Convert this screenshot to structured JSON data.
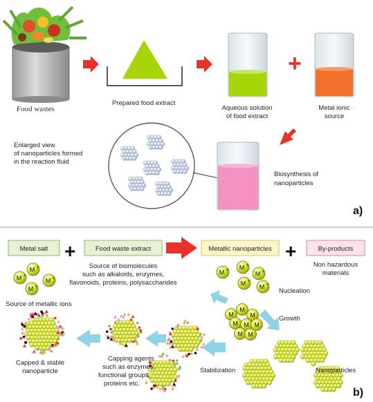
{
  "panel_a": {
    "food_wastes": "Food wastes",
    "prepared_extract": "Prepared food extract",
    "aqueous_line1": "Aqueous solution",
    "aqueous_line2": "of food extract",
    "metal_source_line1": "Metal ionic",
    "metal_source_line2": "source",
    "enlarged_line1": "Enlarged view",
    "enlarged_line2": "of nanoparticles formed",
    "enlarged_line3": "in the reaction fluid",
    "biosynthesis_line1": "Biosynthesis of",
    "biosynthesis_line2": "nanoparticles",
    "plus_sign": "+",
    "panel_label": "a)"
  },
  "panel_b": {
    "metal_salt": "Metal salt",
    "food_waste_extract": "Food waste extract",
    "metallic_nanoparticles": "Metallic nanoparticles",
    "by_products": "By-products",
    "plus_sign": "+",
    "non_hazardous_line1": "Non hazardous",
    "non_hazardous_line2": "materials",
    "biomolecules_line1": "Source of biomolecules",
    "biomolecules_line2": "such as alkaloids, enzymes,",
    "biomolecules_line3": "flavonoids, proteins, polysaccharides",
    "ion_label": "M",
    "ion_charge": "+",
    "atom_label": "M",
    "source_ions": "Source of metallic ions",
    "nucleation": "Nucleation",
    "growth": "Growth",
    "nanoparticles": "Nanoparticles",
    "stabilization": "Stabilization",
    "capping_line1": "Capping agents",
    "capping_line2": "such as enzymes,",
    "capping_line3": "functional groups,",
    "capping_line4": "proteins etc.",
    "capped_line1": "Capped & stable",
    "capped_line2": "nanoparticle",
    "panel_label": "b)"
  },
  "colors": {
    "red_arrow": "#e8332a",
    "blue_arrow": "#8fd3e6",
    "extract_green": "#a6d609",
    "metal_orange": "#f36f2c",
    "bio_pink": "#f590c2",
    "cluster_yellow": "#d8e62c",
    "box_green_fill": "#e6f2d3",
    "box_yellow_fill": "#fdf6c8",
    "box_pink_fill": "#fbe3ea"
  }
}
